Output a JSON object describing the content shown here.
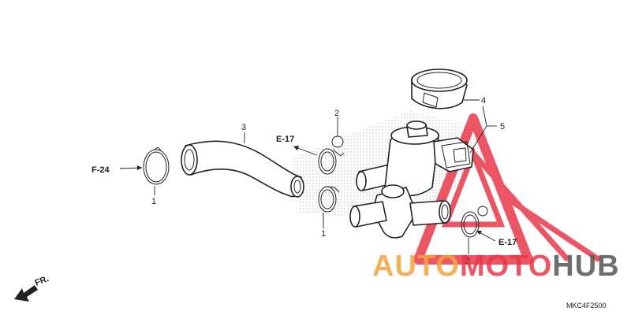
{
  "callouts": {
    "c1_left": "1",
    "c1_mid": "1",
    "c2_top": "2",
    "c2_bottom": "2",
    "c3": "3",
    "c4": "4",
    "c5": "5"
  },
  "refs": {
    "f24": "F-24",
    "e17_top": "E-17",
    "e17_bottom": "E-17"
  },
  "direction": {
    "fr": "FR."
  },
  "diagram_code": "MKC4F2500",
  "watermark": {
    "part1": "AUTO",
    "part2": "MOTO",
    "part3": "HUB",
    "color_orange": "#f4a340",
    "color_red": "#e8384a",
    "color_grey": "#555555"
  }
}
